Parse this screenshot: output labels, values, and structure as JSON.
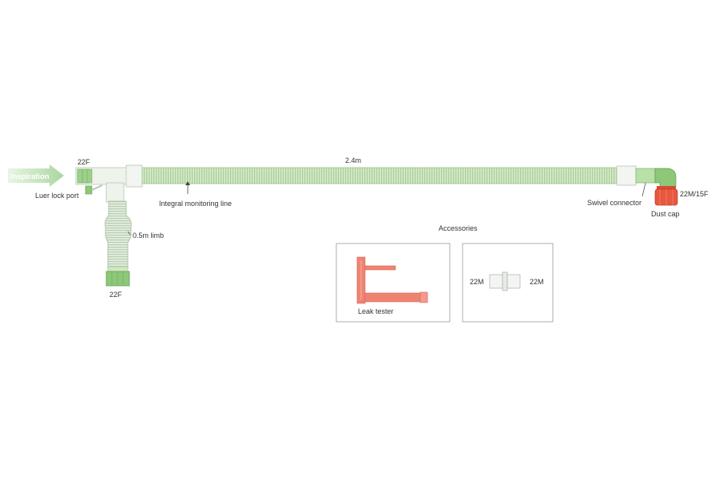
{
  "labels": {
    "inspiration": "Inspiration",
    "port_22f_top": "22F",
    "length_main": "2.4m",
    "luer_lock_port": "Luer lock port",
    "integral_monitoring_line": "Integral monitoring line",
    "limb_length": "0.5m limb",
    "port_22f_bottom": "22F",
    "swivel_connector": "Swivel connector",
    "port_22m_15f": "22M/15F",
    "dust_cap": "Dust cap"
  },
  "accessories": {
    "title": "Accessories",
    "leak_tester": "Leak tester",
    "connector_left": "22M",
    "connector_right": "22M"
  },
  "colors": {
    "tube_green": "#d3e9c7",
    "tube_stroke": "#9cc28a",
    "connector_green": "#86c872",
    "clear_part": "#eef3ec",
    "leak_tester": "#ef8372",
    "dust_cap": "#e8573f",
    "arrow_fill": "#bfe0b6"
  }
}
